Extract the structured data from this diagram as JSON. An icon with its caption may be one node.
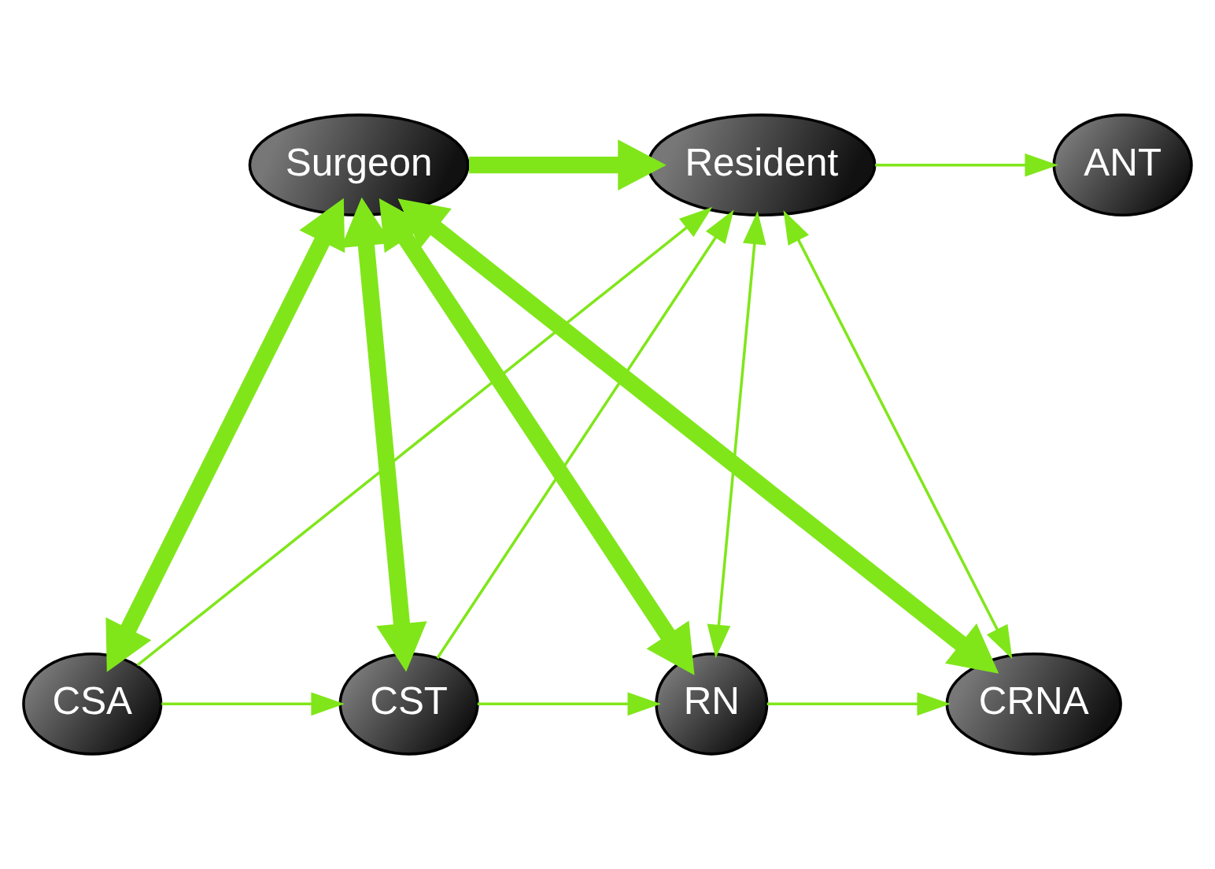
{
  "diagram": {
    "nodes": [
      {
        "text": [
          "Surgeon"
        ]
      },
      {
        "text": [
          "Resident"
        ]
      },
      {
        "text": [
          "ANT"
        ]
      },
      {
        "text": [
          "CSA"
        ]
      },
      {
        "text": [
          "CST"
        ]
      },
      {
        "text": [
          "RN"
        ]
      },
      {
        "text": [
          "CRNA"
        ]
      }
    ],
    "edges": [
      {
        "from": 0,
        "to": 1,
        "arrow": "to",
        "style": "thick"
      },
      {
        "from": 0,
        "to": 3,
        "arrow": "both",
        "style": "thick"
      },
      {
        "from": 0,
        "to": 4,
        "arrow": "both",
        "style": "thick"
      },
      {
        "from": 0,
        "to": 5,
        "arrow": "both",
        "style": "thick"
      },
      {
        "from": 0,
        "to": 6,
        "arrow": "both",
        "style": "thick"
      },
      {
        "from": 1,
        "to": 2,
        "arrow": "to"
      },
      {
        "from": 3,
        "to": 1,
        "arrow": "to"
      },
      {
        "from": 4,
        "to": 1,
        "arrow": "to"
      },
      {
        "from": 1,
        "to": 5,
        "arrow": "both"
      },
      {
        "from": 1,
        "to": 6,
        "arrow": "both"
      },
      {
        "from": 3,
        "to": 4,
        "arrow": "to"
      },
      {
        "from": 4,
        "to": 5,
        "arrow": "to"
      },
      {
        "from": 5,
        "to": 6,
        "arrow": "to"
      }
    ]
  }
}
